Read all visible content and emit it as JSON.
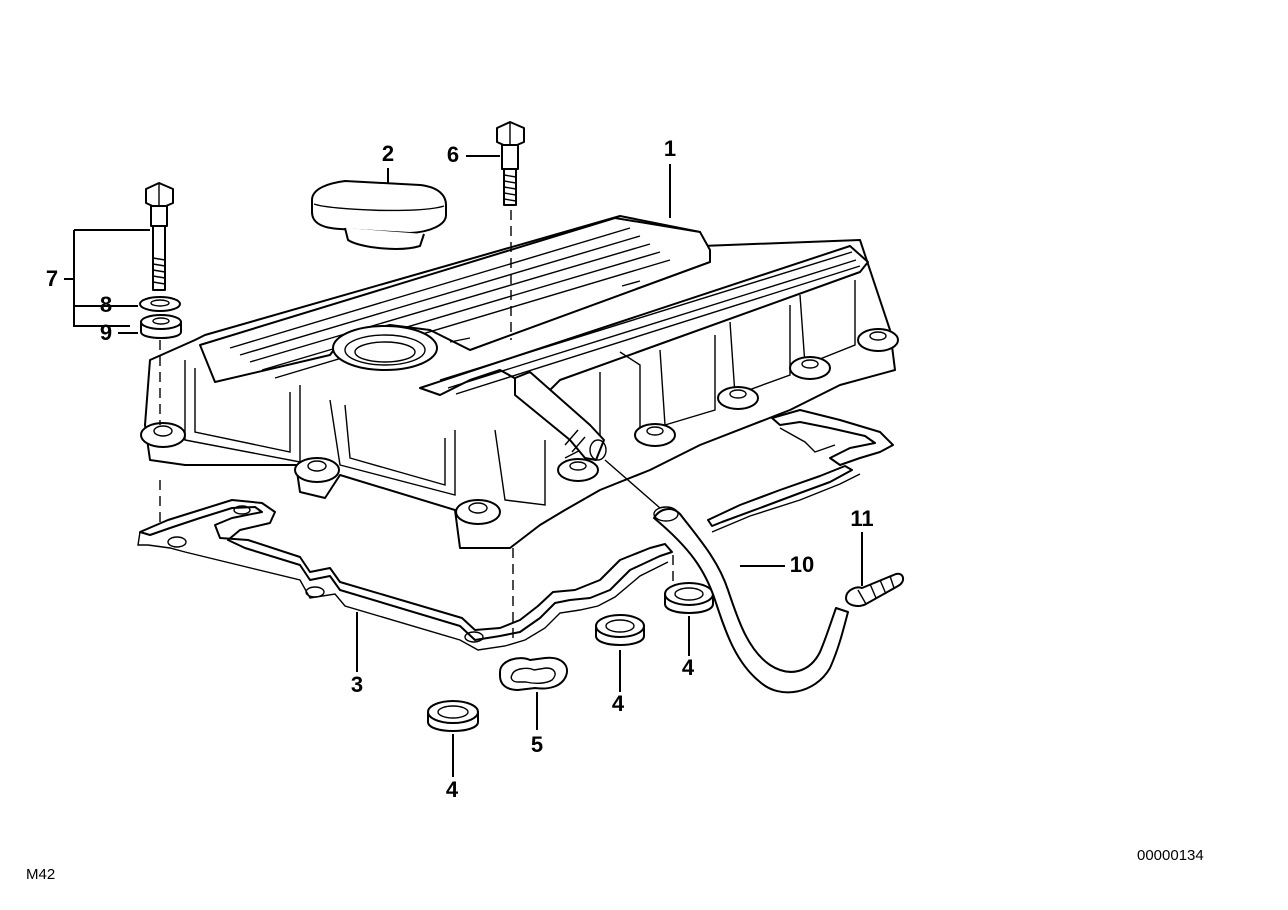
{
  "model_code": "M42",
  "diagram_number": "00000134",
  "callouts": {
    "c1": "1",
    "c2": "2",
    "c3": "3",
    "c4a": "4",
    "c4b": "4",
    "c4c": "4",
    "c5": "5",
    "c6": "6",
    "c7": "7",
    "c8": "8",
    "c9": "9",
    "c10": "10",
    "c11": "11"
  }
}
